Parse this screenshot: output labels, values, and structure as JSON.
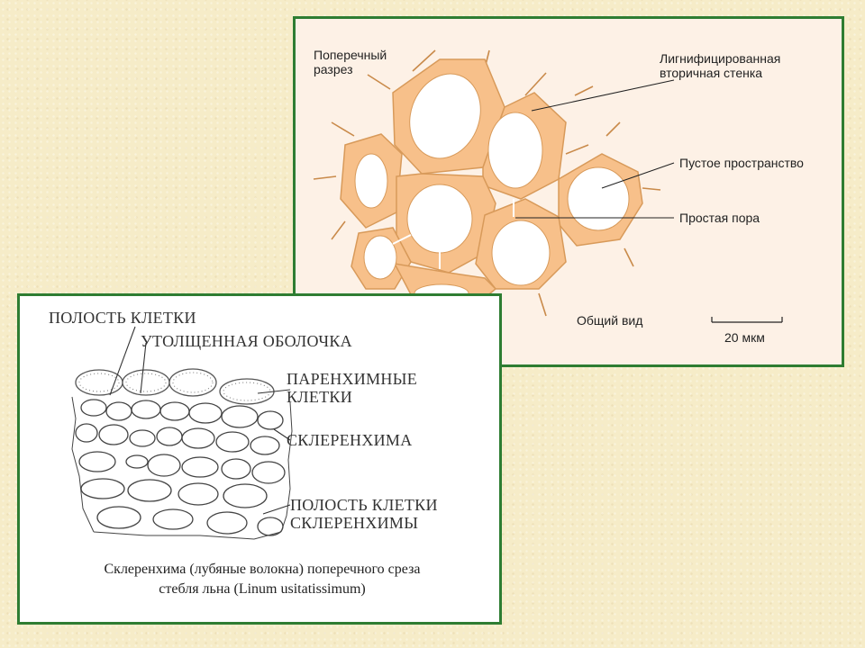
{
  "top_panel": {
    "label_cross_section_line1": "Поперечный",
    "label_cross_section_line2": "разрез",
    "label_lignified_line1": "Лигнифицированная",
    "label_lignified_line2": "вторичная стенка",
    "label_empty_space": "Пустое пространство",
    "label_simple_pore": "Простая пора",
    "label_general_view": "Общий вид",
    "label_scale": "20 мкм"
  },
  "bottom_panel": {
    "label_cell_cavity": "ПОЛОСТЬ КЛЕТКИ",
    "label_thickened_wall": "УТОЛЩЕННАЯ ОБОЛОЧКА",
    "label_parenchyma_line1": "ПАРЕНХИМНЫЕ",
    "label_parenchyma_line2": "КЛЕТКИ",
    "label_sclerenchyma": "СКЛЕРЕНХИМА",
    "label_scl_cavity_line1": "ПОЛОСТЬ КЛЕТКИ",
    "label_scl_cavity_line2": "СКЛЕРЕНХИМЫ",
    "caption_line1": "Склеренхима (лубяные волокна) поперечного среза",
    "caption_line2": "стебля льна (Linum usitatissimum)"
  },
  "colors": {
    "border": "#2e7d32",
    "cell_wall_fill": "#f7c08a",
    "cell_wall_stroke": "#d89a5a",
    "top_panel_bg": "#fdf1e6",
    "page_bg": "#f6ecc8"
  }
}
